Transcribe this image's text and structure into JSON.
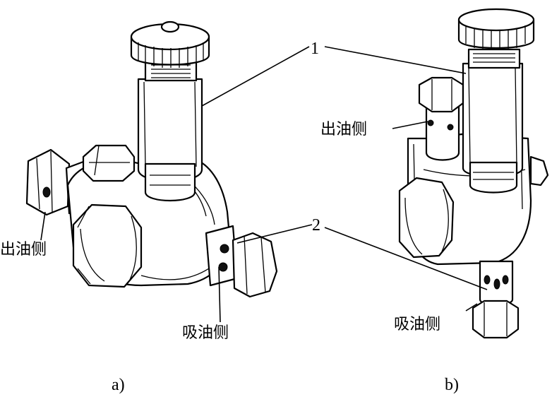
{
  "figure_a": {
    "caption": "a)",
    "outlet_label": "出油侧",
    "inlet_label": "吸油侧"
  },
  "figure_b": {
    "caption": "b)",
    "outlet_label": "出油侧",
    "inlet_label": "吸油侧"
  },
  "callouts": {
    "one": "1",
    "two": "2"
  }
}
